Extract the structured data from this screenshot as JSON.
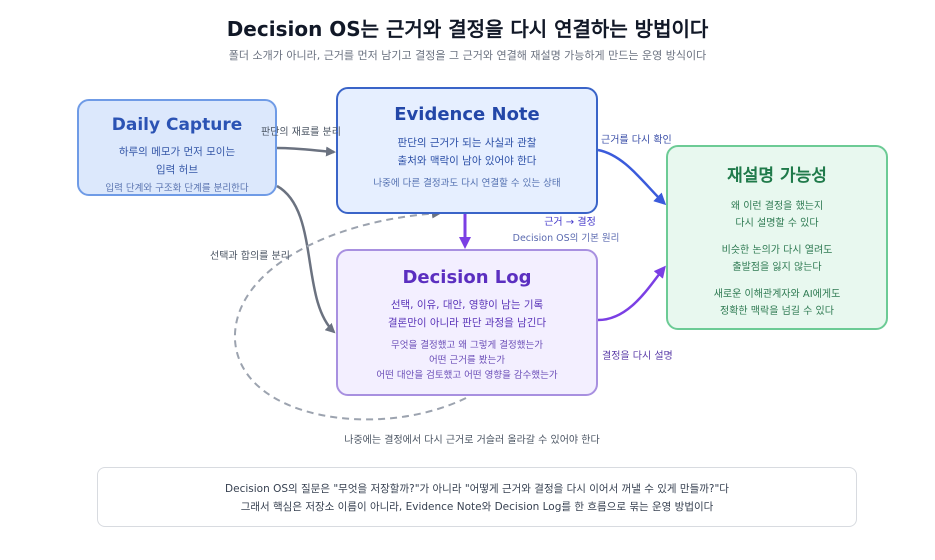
{
  "header": {
    "title": "Decision OS는 근거와 결정을 다시 연결하는 방법이다",
    "subtitle": "폴더 소개가 아니라, 근거를 먼저 남기고 결정을 그 근거와 연결해 재설명 가능하게 만드는 운영 방식이다"
  },
  "nodes": {
    "daily": {
      "title": "Daily Capture",
      "lines": [
        "하루의 메모가 먼저 모이는",
        "입력 허브"
      ],
      "note": "입력 단계와 구조화 단계를 분리한다"
    },
    "evidence": {
      "title": "Evidence Note",
      "lines": [
        "판단의 근거가 되는 사실과 관찰",
        "출처와 맥락이 남아 있어야 한다"
      ],
      "note": "나중에 다른 결정과도 다시 연결할 수 있는 상태"
    },
    "log": {
      "title": "Decision Log",
      "lines": [
        "선택, 이유, 대안, 영향이 남는 기록",
        "결론만이 아니라 판단 과정을 남긴다"
      ],
      "questions": [
        "무엇을 결정했고 왜 그렇게 결정했는가",
        "어떤 근거를 봤는가",
        "어떤 대안을 검토했고 어떤 영향을 감수했는가"
      ]
    },
    "reexplain": {
      "title": "재설명 가능성",
      "group1": [
        "왜 이런 결정을 했는지",
        "다시 설명할 수 있다"
      ],
      "group2": [
        "비슷한 논의가 다시 열려도",
        "출발점을 잃지 않는다"
      ],
      "group3": [
        "새로운 이해관계자와 AI에게도",
        "정확한 맥락을 넘길 수 있다"
      ]
    }
  },
  "edges": {
    "daily_to_evidence": "판단의 재료를 분리",
    "daily_to_log": "선택과 합의를 분리",
    "evidence_to_log_main": "근거 → 결정",
    "evidence_to_log_sub": "Decision OS의 기본 원리",
    "evidence_to_reexplain": "근거를 다시 확인",
    "log_to_reexplain": "결정을 다시 설명",
    "loop_back": "나중에는 결정에서 다시 근거로 거슬러 올라갈 수 있어야 한다"
  },
  "footer": {
    "line1": "Decision OS의 질문은 \"무엇을 저장할까?\"가 아니라 \"어떻게 근거와 결정을 다시 이어서 꺼낼 수 있게 만들까?\"다",
    "line2": "그래서 핵심은 저장소 이름이 아니라, Evidence Note와 Decision Log를 한 흐름으로 묶는 운영 방법이다"
  },
  "colors": {
    "gray_arrow": "#6b7280",
    "blue_arrow": "#3b5bdb",
    "purple_arrow": "#7b3fe4"
  }
}
